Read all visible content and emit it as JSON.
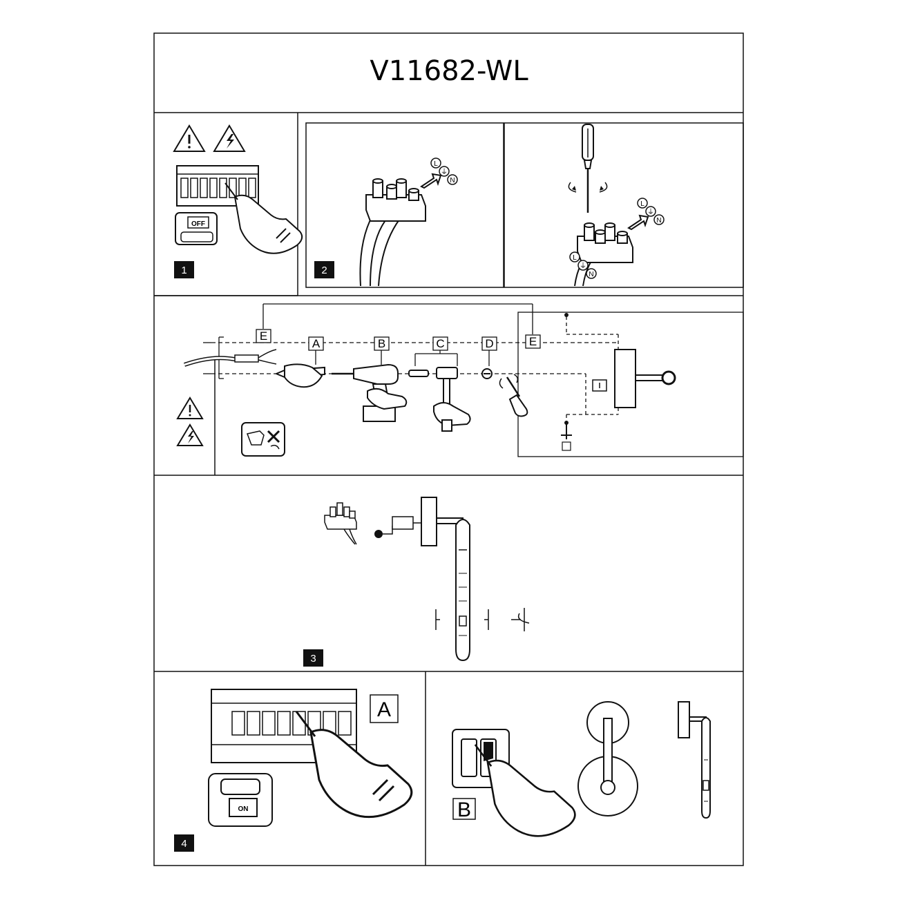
{
  "header": {
    "title": "V11682-WL"
  },
  "steps": {
    "step1": {
      "number": "1",
      "breaker_state": "OFF"
    },
    "step2": {
      "number": "2",
      "terminal_marks": [
        "L",
        "⏚",
        "N"
      ]
    },
    "step_wiring": {
      "part_labels": [
        "E",
        "A",
        "B",
        "C",
        "D",
        "E"
      ]
    },
    "step3": {
      "number": "3"
    },
    "step4": {
      "number": "4",
      "breaker_state": "ON",
      "label_a": "A",
      "label_b": "B"
    }
  }
}
